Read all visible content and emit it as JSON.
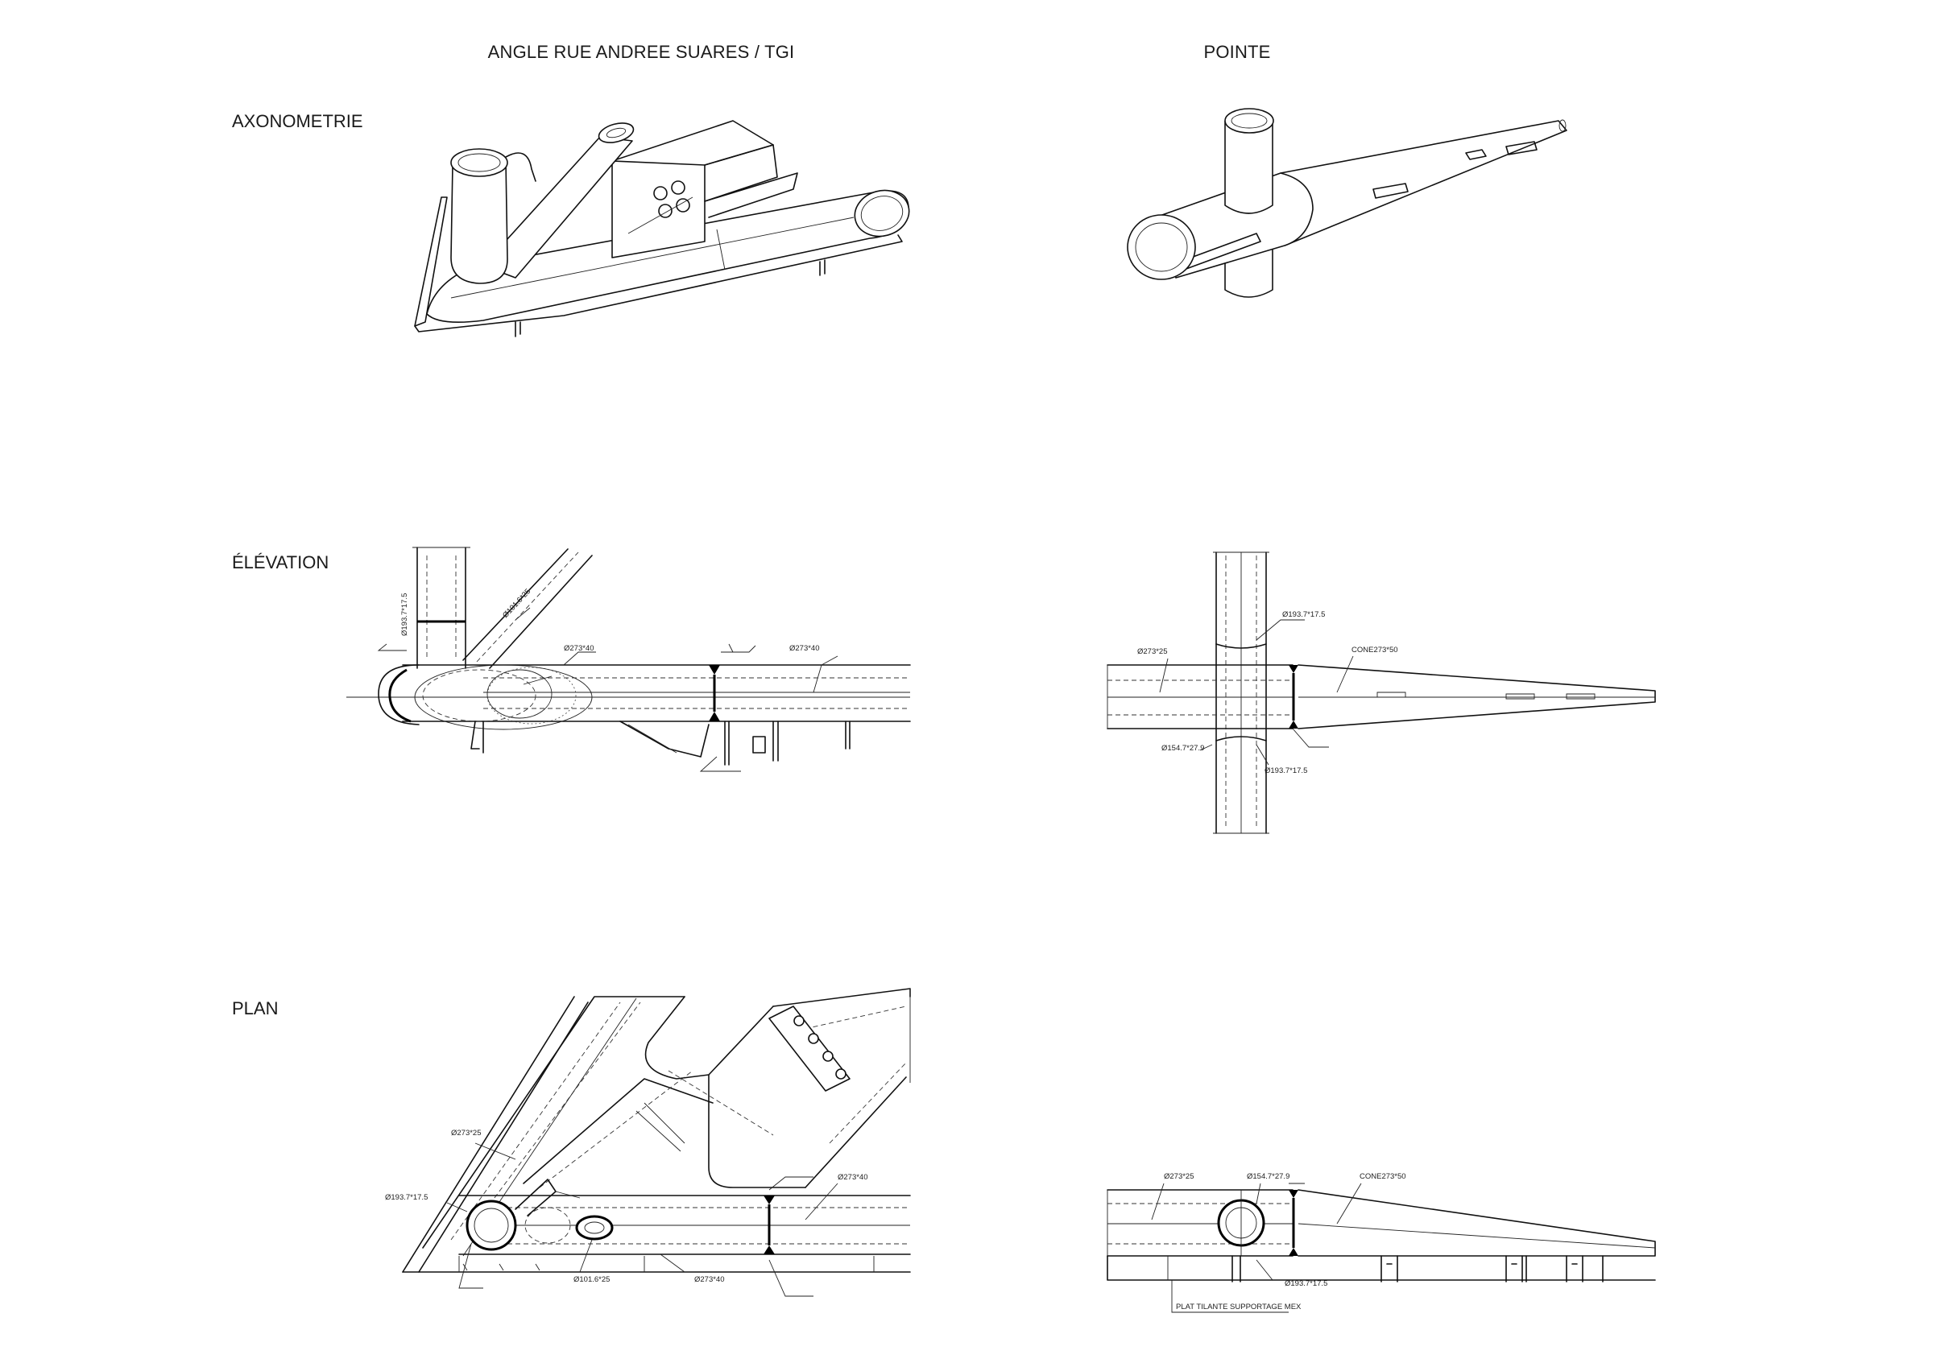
{
  "columns": {
    "left_title": "ANGLE RUE ANDREE SUARES / TGI",
    "right_title": "POINTE"
  },
  "rows": {
    "axonometrie": "AXONOMETRIE",
    "elevation": "ÉLÉVATION",
    "plan": "PLAN"
  },
  "annotations": {
    "elev_left": {
      "vertical_tube": "Ø193.7*17.5",
      "diagonal_tube": "Ø101.6*25",
      "main_tube_1": "Ø273*40",
      "main_tube_2": "Ø273*40"
    },
    "elev_right": {
      "upper_tube": "Ø193.7*17.5",
      "main_tube": "Ø273*25",
      "cone": "CONE273*50",
      "lower_joint": "Ø154.7*27.9",
      "lower_tube": "Ø193.7*17.5"
    },
    "plan_left": {
      "diag_tube": "Ø273*25",
      "node": "Ø193.7*17.5",
      "main_tube_1": "Ø273*40",
      "small_tube": "Ø101.6*25",
      "main_tube_2": "Ø273*40"
    },
    "plan_right": {
      "main_tube": "Ø273*25",
      "node": "Ø154.7*27.9",
      "cone": "CONE273*50",
      "lower_tube": "Ø193.7*17.5",
      "support": "PLAT TILANTE SUPPORTAGE MEX"
    }
  }
}
